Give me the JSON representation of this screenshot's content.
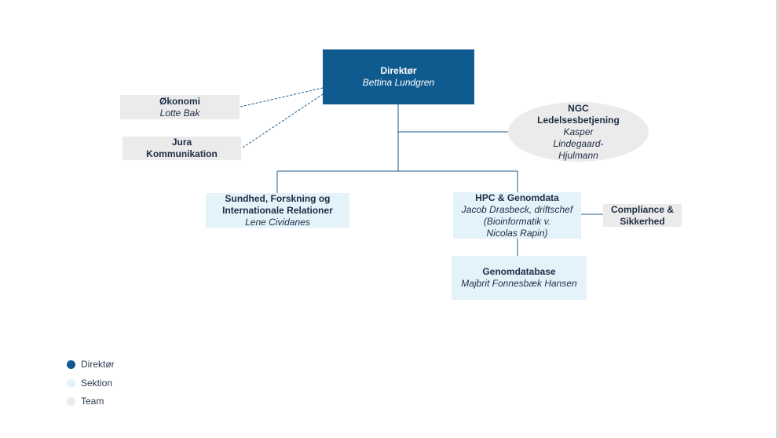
{
  "colors": {
    "director": "#0f5a8e",
    "section": "#e4f2fa",
    "team": "#ebebeb",
    "line": "#1f5d8c"
  },
  "director": {
    "title": "Direktør",
    "name": "Bettina Lundgren"
  },
  "staff_left": [
    {
      "title": "Økonomi",
      "name": "Lotte Bak"
    },
    {
      "title_lines": [
        "Jura",
        "Kommunikation"
      ]
    }
  ],
  "ngc": {
    "title_lines": [
      "NGC",
      "Ledelsesbetjening"
    ],
    "name_lines": [
      "Kasper",
      "Lindegaard-",
      "Hjulmann"
    ]
  },
  "sections": [
    {
      "title_lines": [
        "Sundhed, Forskning og",
        "Internationale Relationer"
      ],
      "name_lines": [
        "Lene Cividanes"
      ]
    },
    {
      "title_lines": [
        "HPC & Genomdata"
      ],
      "name_lines": [
        "Jacob Drasbeck, driftschef",
        "(Bioinformatik v.",
        "Nicolas Rapin)"
      ]
    },
    {
      "title_lines": [
        "Genomdatabase"
      ],
      "name_lines": [
        "Majbrit Fonnesbæk Hansen"
      ]
    }
  ],
  "compliance": {
    "title_lines": [
      "Compliance &",
      "Sikkerhed"
    ]
  },
  "legend": [
    {
      "label": "Direktør",
      "color": "#0f5a8e"
    },
    {
      "label": "Sektion",
      "color": "#e4f2fa"
    },
    {
      "label": "Team",
      "color": "#ebebeb"
    }
  ]
}
